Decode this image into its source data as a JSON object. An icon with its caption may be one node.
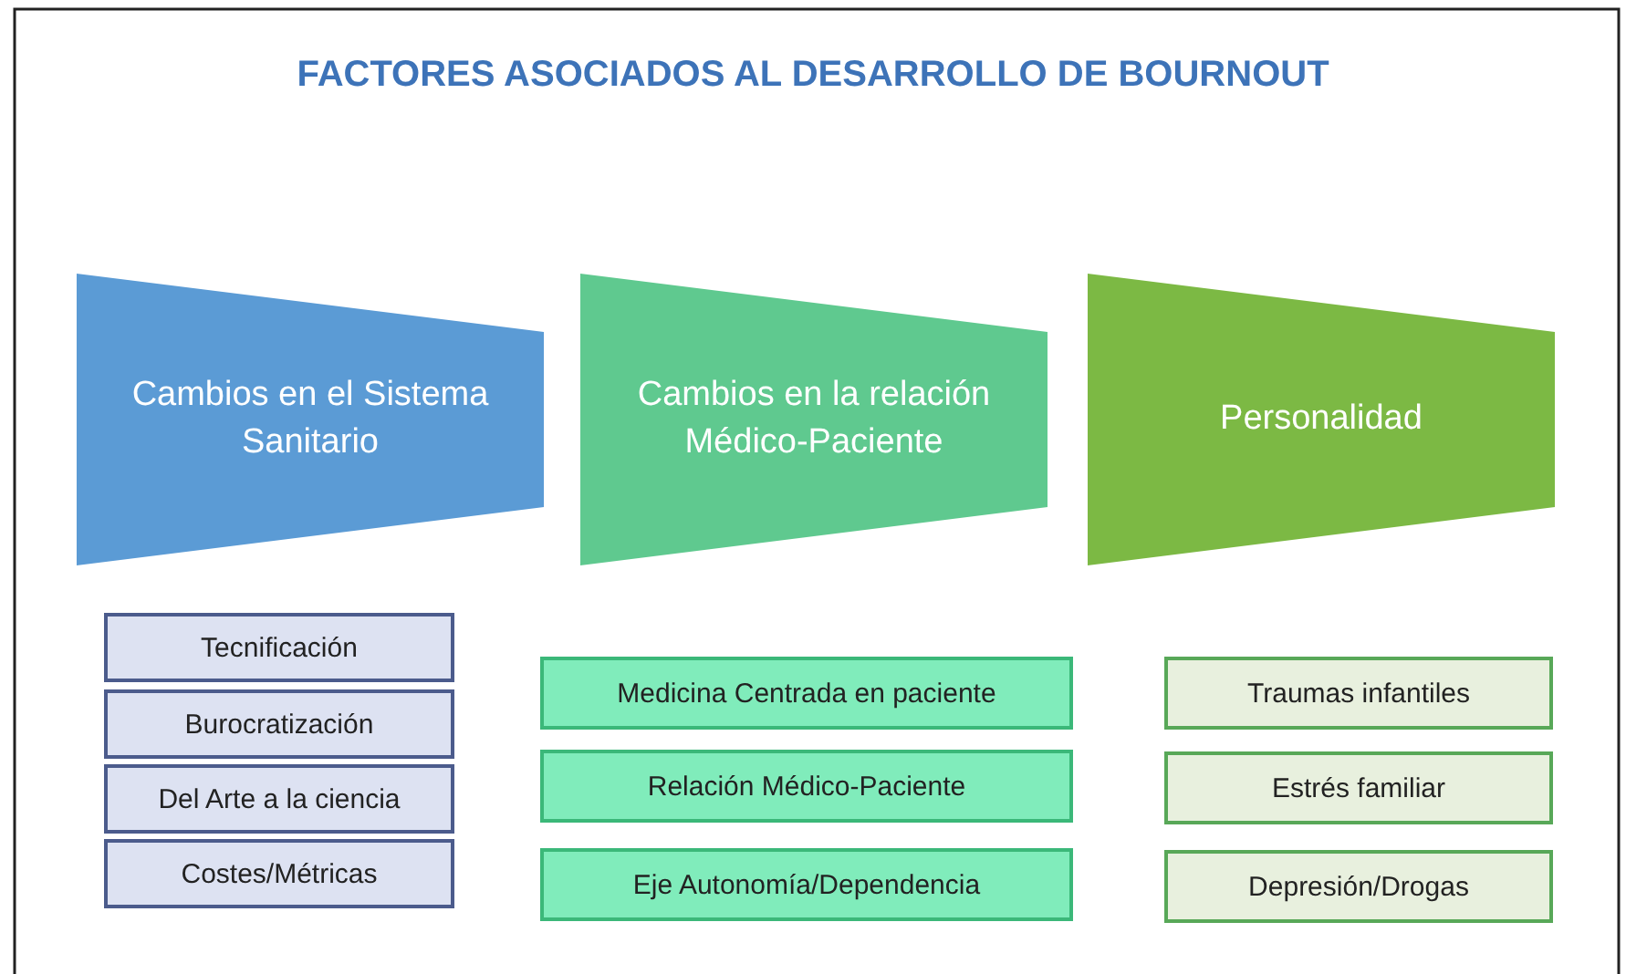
{
  "diagram": {
    "title": "FACTORES ASOCIADOS AL DESARROLLO DE BOURNOUT",
    "nodes": [
      {
        "text": [
          "Cambios en el Sistema Sanitario"
        ]
      },
      {
        "text": [
          "Tecnificación"
        ]
      },
      {
        "text": [
          "Burocratización"
        ]
      },
      {
        "text": [
          "Del Arte a la ciencia"
        ]
      },
      {
        "text": [
          "Costes/Métricas"
        ]
      },
      {
        "text": [
          "Cambios en la relación Médico-Paciente"
        ]
      },
      {
        "text": [
          "Medicina Centrada en paciente"
        ]
      },
      {
        "text": [
          "Relación Médico-Paciente"
        ]
      },
      {
        "text": [
          "Eje Autonomía/Dependencia"
        ]
      },
      {
        "text": [
          "Personalidad"
        ]
      },
      {
        "text": [
          "Traumas infantiles"
        ]
      },
      {
        "text": [
          "Estrés familiar"
        ]
      },
      {
        "text": [
          "Depresión/Drogas"
        ]
      }
    ]
  }
}
